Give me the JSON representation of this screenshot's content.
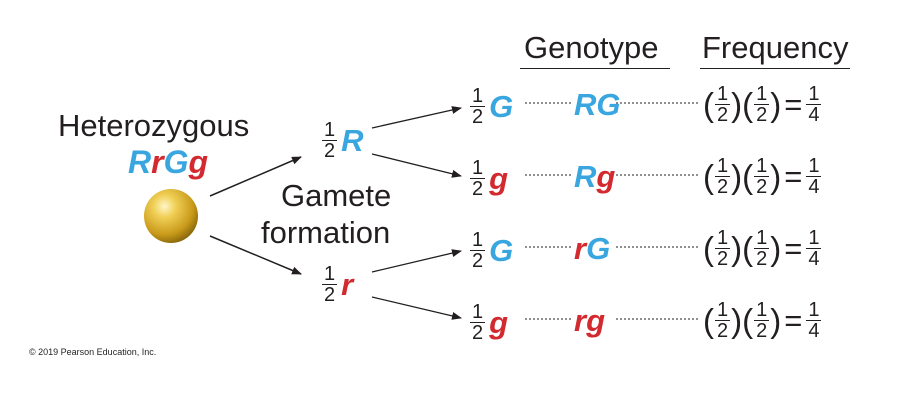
{
  "headers": {
    "genotype": "Genotype",
    "frequency": "Frequency"
  },
  "parent": {
    "label": "Heterozygous",
    "genotype": [
      {
        "letter": "R",
        "color": "blue"
      },
      {
        "letter": "r",
        "color": "red"
      },
      {
        "letter": "G",
        "color": "blue"
      },
      {
        "letter": "g",
        "color": "red"
      }
    ]
  },
  "process": {
    "line1": "Gamete",
    "line2": "formation"
  },
  "first_split": [
    {
      "num": "1",
      "den": "2",
      "allele": "R",
      "color": "blue"
    },
    {
      "num": "1",
      "den": "2",
      "allele": "r",
      "color": "red"
    }
  ],
  "rows": [
    {
      "second": {
        "num": "1",
        "den": "2",
        "allele": "G",
        "color": "blue"
      },
      "genotype": [
        {
          "letter": "R",
          "color": "blue"
        },
        {
          "letter": "G",
          "color": "blue"
        }
      ],
      "frequency": {
        "a_num": "1",
        "a_den": "2",
        "b_num": "1",
        "b_den": "2",
        "eq": "=",
        "r_num": "1",
        "r_den": "4"
      }
    },
    {
      "second": {
        "num": "1",
        "den": "2",
        "allele": "g",
        "color": "red"
      },
      "genotype": [
        {
          "letter": "R",
          "color": "blue"
        },
        {
          "letter": "g",
          "color": "red"
        }
      ],
      "frequency": {
        "a_num": "1",
        "a_den": "2",
        "b_num": "1",
        "b_den": "2",
        "eq": "=",
        "r_num": "1",
        "r_den": "4"
      }
    },
    {
      "second": {
        "num": "1",
        "den": "2",
        "allele": "G",
        "color": "blue"
      },
      "genotype": [
        {
          "letter": "r",
          "color": "red"
        },
        {
          "letter": "G",
          "color": "blue"
        }
      ],
      "frequency": {
        "a_num": "1",
        "a_den": "2",
        "b_num": "1",
        "b_den": "2",
        "eq": "=",
        "r_num": "1",
        "r_den": "4"
      }
    },
    {
      "second": {
        "num": "1",
        "den": "2",
        "allele": "g",
        "color": "red"
      },
      "genotype": [
        {
          "letter": "r",
          "color": "red"
        },
        {
          "letter": "g",
          "color": "red"
        }
      ],
      "frequency": {
        "a_num": "1",
        "a_den": "2",
        "b_num": "1",
        "b_den": "2",
        "eq": "=",
        "r_num": "1",
        "r_den": "4"
      }
    }
  ],
  "copyright": "© 2019 Pearson Education, Inc.",
  "colors": {
    "blue": "#3aa6e0",
    "red": "#d22a2f",
    "text": "#231f20",
    "cell": "#d9b22b"
  },
  "icons": {
    "cell": "gold-sphere-cell",
    "arrow": "arrow-right"
  }
}
